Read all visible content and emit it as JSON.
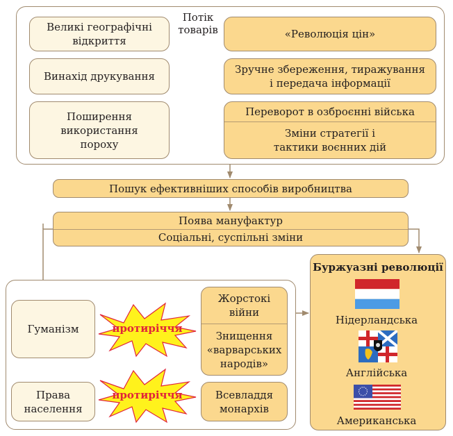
{
  "colors": {
    "border": "#a08a6e",
    "light_box": "#fdf6e2",
    "dark_box": "#fbd88e",
    "arrow": "#a08a6e",
    "star_fill": "#fff21c",
    "star_stroke": "#e0243a",
    "star_text": "#e0243a"
  },
  "top": {
    "causes": [
      {
        "text": "Великі географічні відкриття"
      },
      {
        "text": "Винахід друкування"
      },
      {
        "text": "Поширення використання пороху"
      }
    ],
    "flow_label": "Потік товарів",
    "effects": [
      {
        "text": "«Революція цін»"
      },
      {
        "text": "Зручне збереження, тиражування і передача інформації"
      },
      {
        "parts": [
          "Переворот в озброєнні війська",
          "Зміни стратегії і тактики воєнних дій"
        ]
      }
    ]
  },
  "middle": {
    "search": "Пошук ефективніших способів виробництва",
    "manufactures": "Поява мануфактур",
    "social": "Соціальні, суспільні зміни"
  },
  "bottom": {
    "left_items": [
      "Гуманізм",
      "Права населення"
    ],
    "contradiction_label": "протиріччя",
    "right_items": [
      {
        "parts": [
          "Жорстокі війни",
          "Знищення «варварських народів»"
        ]
      },
      {
        "text": "Всевладдя монархів"
      }
    ]
  },
  "revolutions": {
    "title": "Буржуазні революції",
    "items": [
      {
        "name": "Нідерландська",
        "flag": "netherlands-flag"
      },
      {
        "name": "Англійська",
        "flag": "english-commonwealth-flag"
      },
      {
        "name": "Американська",
        "flag": "us-flag"
      }
    ]
  }
}
